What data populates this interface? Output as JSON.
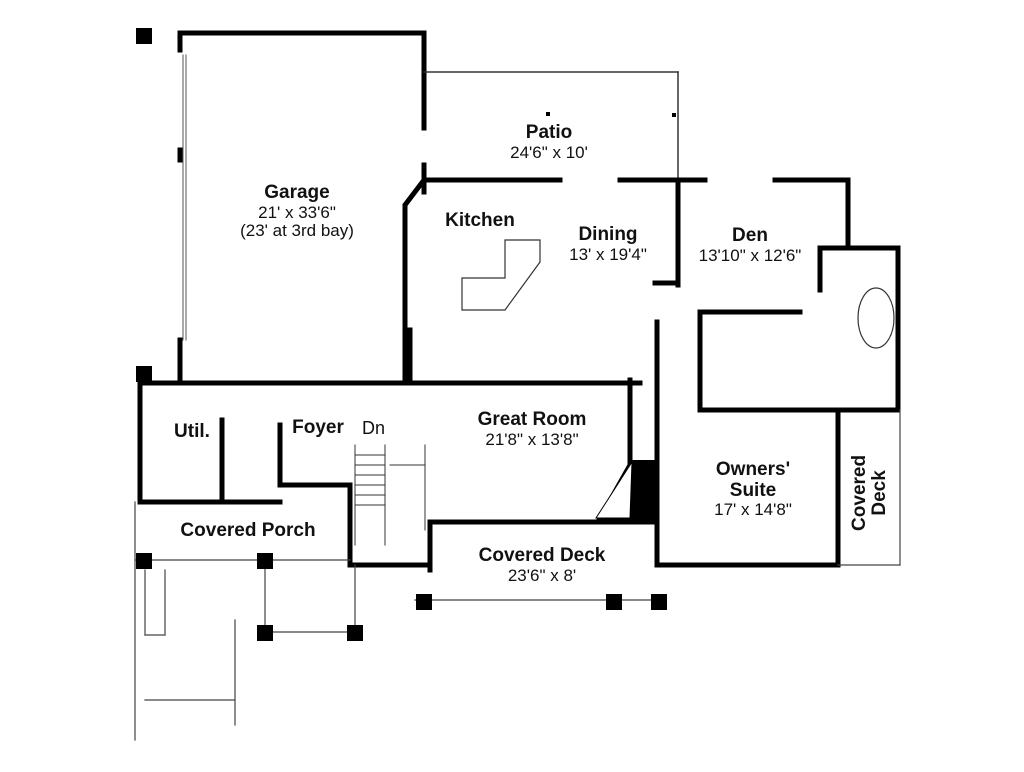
{
  "plan": {
    "rooms": [
      {
        "id": "garage",
        "name": "Garage",
        "dims": "21' x 33'6\"",
        "note": "(23' at 3rd bay)"
      },
      {
        "id": "patio",
        "name": "Patio",
        "dims": "24'6\" x 10'"
      },
      {
        "id": "kitchen",
        "name": "Kitchen"
      },
      {
        "id": "dining",
        "name": "Dining",
        "dims": "13' x 19'4\""
      },
      {
        "id": "den",
        "name": "Den",
        "dims": "13'10\" x 12'6\""
      },
      {
        "id": "util",
        "name": "Util."
      },
      {
        "id": "foyer",
        "name": "Foyer"
      },
      {
        "id": "great-room",
        "name": "Great Room",
        "dims": "21'8\" x 13'8\""
      },
      {
        "id": "owners-suite",
        "name": "Owners'",
        "name2": "Suite",
        "dims": "17' x 14'8\""
      },
      {
        "id": "covered-porch",
        "name": "Covered Porch"
      },
      {
        "id": "covered-deck-rear",
        "name": "Covered Deck",
        "dims": "23'6\" x 8'"
      },
      {
        "id": "covered-deck-side",
        "name": "Covered",
        "name2": "Deck"
      }
    ],
    "annotations": {
      "stairs_down": "Dn"
    },
    "colors": {
      "wall": "#000000",
      "thin_line": "#333333",
      "background": "#ffffff"
    }
  }
}
